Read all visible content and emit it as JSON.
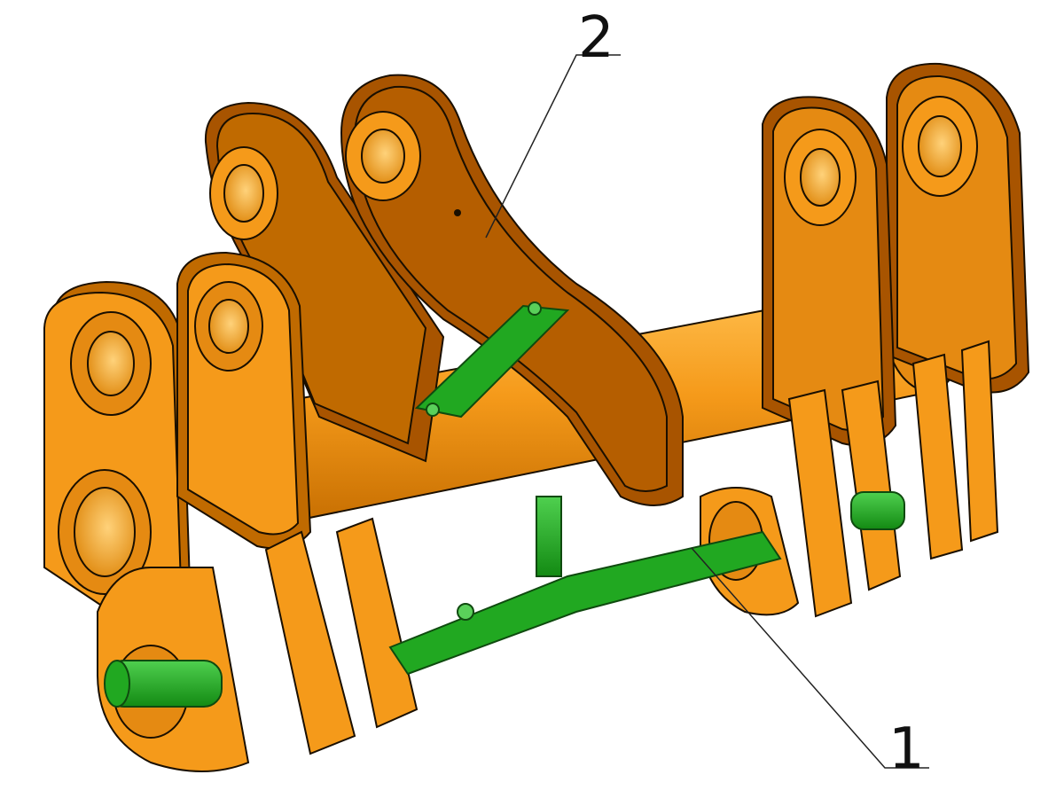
{
  "callouts": [
    {
      "id": "1",
      "label": "1"
    },
    {
      "id": "2",
      "label": "2"
    }
  ],
  "colors": {
    "body": "#f59a1a",
    "body_light": "#ffb640",
    "body_dark": "#c06a00",
    "body_shade": "#a85400",
    "outline": "#1a0f00",
    "link": "#21a821",
    "link_dark": "#0f6a0f",
    "leader": "#222222",
    "background": "#ffffff"
  }
}
